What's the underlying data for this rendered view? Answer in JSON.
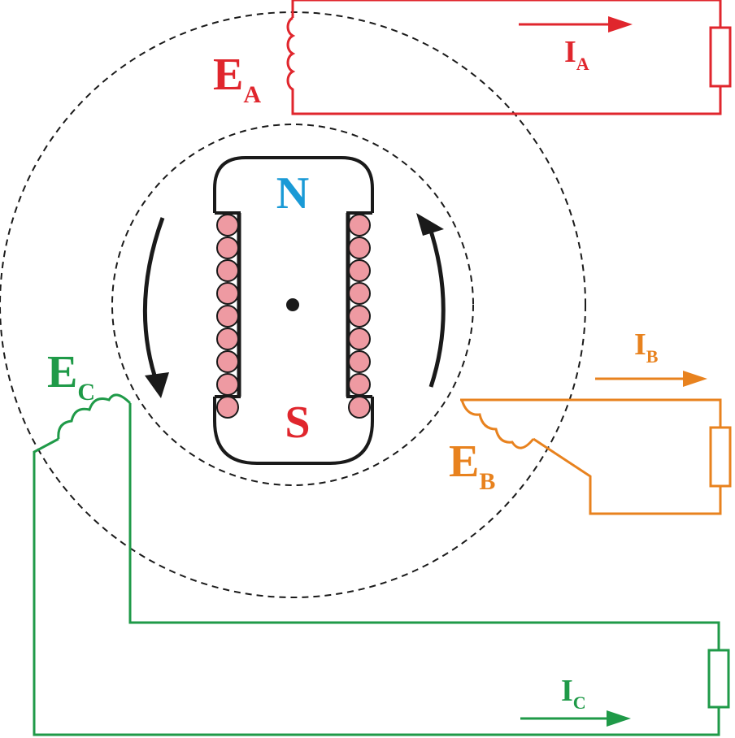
{
  "colors": {
    "phase_a": "#e0262d",
    "phase_b": "#e8821e",
    "phase_c": "#1f9a48",
    "pole_n": "#1a9ad6",
    "pole_s": "#e0262d",
    "coil": "#ee9aa2",
    "outline": "#1a1a1a"
  },
  "rotor": {
    "north_label": "N",
    "south_label": "S"
  },
  "phase_a": {
    "emf_main": "E",
    "emf_sub": "A",
    "current_main": "I",
    "current_sub": "A"
  },
  "phase_b": {
    "emf_main": "E",
    "emf_sub": "B",
    "current_main": "I",
    "current_sub": "B"
  },
  "phase_c": {
    "emf_main": "E",
    "emf_sub": "C",
    "current_main": "I",
    "current_sub": "C"
  }
}
